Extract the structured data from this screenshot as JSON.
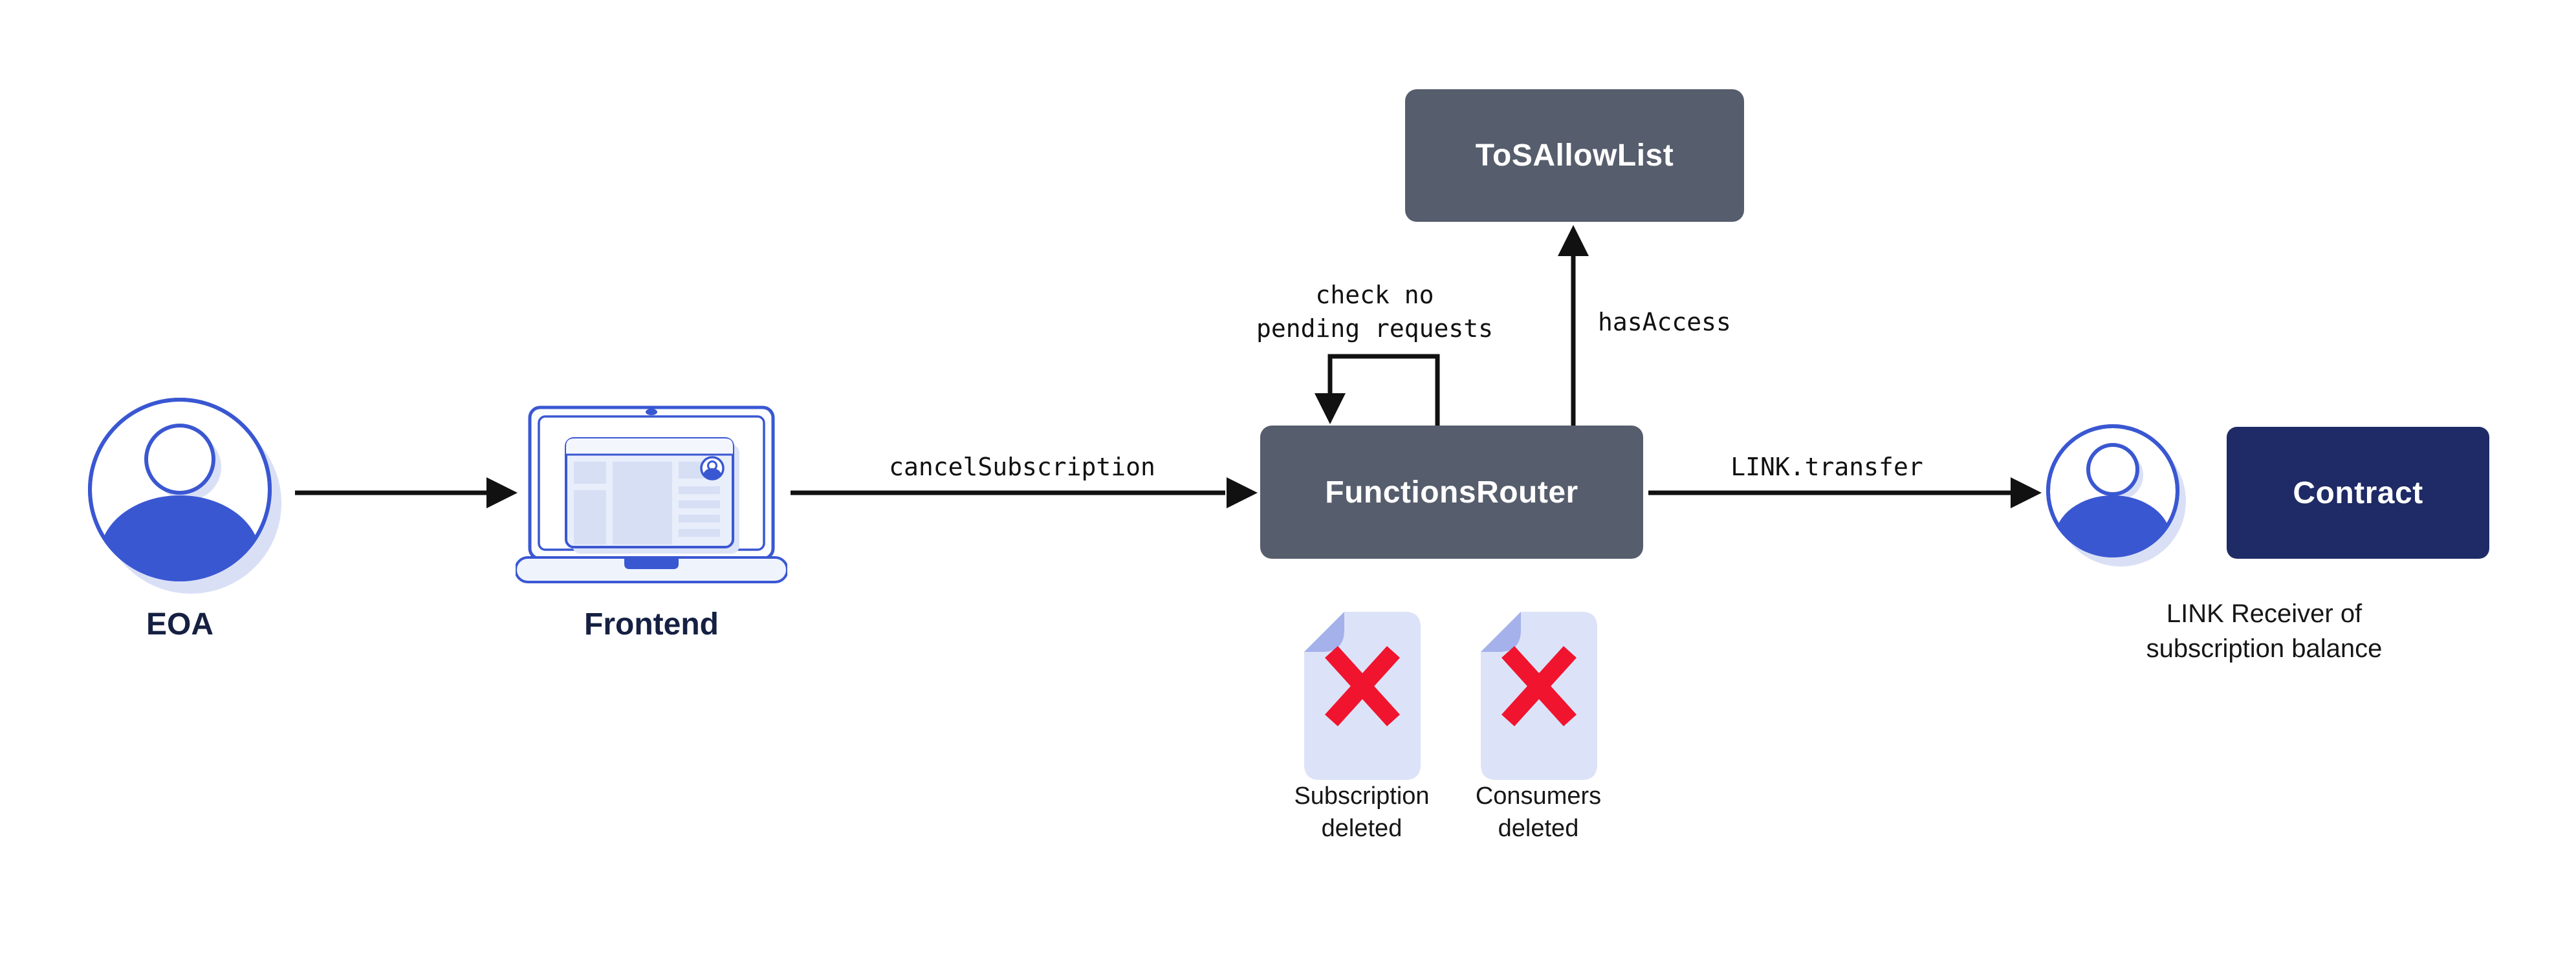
{
  "diagram": {
    "title_hint": "Chainlink Functions cancel subscription flow",
    "nodes": {
      "eoa": {
        "label": "EOA",
        "icon": "person-icon"
      },
      "frontend": {
        "label": "Frontend",
        "icon": "laptop-icon"
      },
      "functions_router": {
        "label": "FunctionsRouter"
      },
      "tos_allow_list": {
        "label": "ToSAllowList"
      },
      "contract": {
        "label": "Contract"
      },
      "link_receiver": {
        "icon": "person-icon",
        "caption_line1": "LINK Receiver of",
        "caption_line2": "subscription balance"
      }
    },
    "edges": {
      "eoa_to_frontend": {
        "label": ""
      },
      "frontend_to_router": {
        "label": "cancelSubscription"
      },
      "router_self_loop": {
        "label_line1": "check no",
        "label_line2": "pending requests"
      },
      "router_to_tos": {
        "label": "hasAccess"
      },
      "router_to_receiver": {
        "label": "LINK.transfer"
      }
    },
    "artifacts": [
      {
        "icon": "deleted-document-icon",
        "label_line1": "Subscription",
        "label_line2": "deleted"
      },
      {
        "icon": "deleted-document-icon",
        "label_line1": "Consumers",
        "label_line2": "deleted"
      }
    ],
    "colors": {
      "background": "#FFFFFF",
      "box_slate": "#565D6C",
      "box_navy": "#1E2B66",
      "accent_blue": "#3A57D2",
      "shadow_light_blue": "#D9E0F6",
      "document_fill": "#DCE3F8",
      "document_fold": "#A4B1EB",
      "delete_red": "#F0142F",
      "label_navy_text": "#152042",
      "arrow_black": "#111111",
      "box_text_white": "#FFFFFF"
    }
  }
}
